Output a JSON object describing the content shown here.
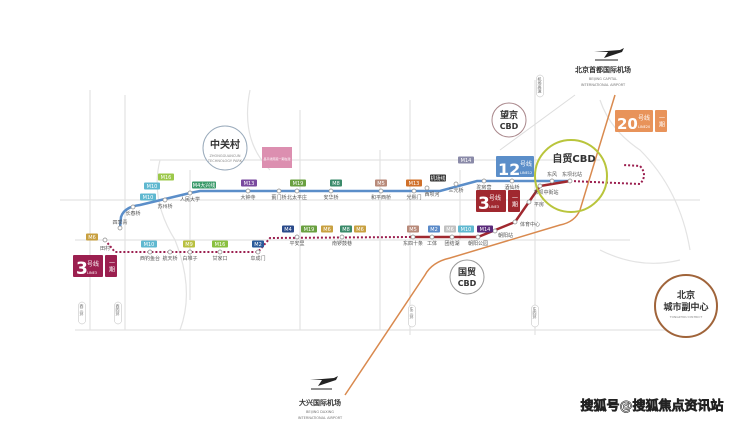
{
  "map": {
    "districts": {
      "zhongguancun": {
        "cn": "中关村",
        "en1": "ZHONGGUANCUN",
        "en2": "TECHNOLOGY PARK"
      },
      "wangjing": {
        "cn1": "望京",
        "cn2": "CBD"
      },
      "zimao": {
        "cn": "自贸CBD"
      },
      "guomao": {
        "cn1": "国贸",
        "cn2": "CBD"
      },
      "tongzhou": {
        "cn1": "北京",
        "cn2": "城市副中心",
        "en": "TONGZHOU DISTRICT"
      }
    },
    "airports": {
      "capital": {
        "cn": "北京首都国际机场",
        "en1": "BEIJING CAPITAL",
        "en2": "INTERNATIONAL AIRPORT"
      },
      "daxing": {
        "cn": "大兴国际机场",
        "en1": "BEIJING DAXING",
        "en2": "INTERNATIONAL AIRPORT"
      }
    },
    "line_badges": {
      "line3_west": {
        "num": "3",
        "name": "号线",
        "en": "LINE3",
        "phase": "一期"
      },
      "line12": {
        "num": "12",
        "name": "号线",
        "en": "LINE12"
      },
      "line3_east": {
        "num": "3",
        "name": "号线",
        "en": "LINE3",
        "phase": "一期"
      },
      "line20": {
        "num": "20",
        "name": "号线",
        "en": "LINE20",
        "phase": "一期"
      }
    },
    "note_box": "昌平线南延一期在建",
    "road_labels": [
      "西三环",
      "西四环",
      "东三环",
      "东四环",
      "机场高速"
    ],
    "line12_stations": [
      "四季青",
      "长春桥",
      "苏州桥",
      "人民大学",
      "大钟寺",
      "蓟门桥",
      "北太平庄",
      "安华桥",
      "和平西桥",
      "光熙门",
      "西坝河",
      "三元桥",
      "驼房营",
      "酒仙桥",
      "东风",
      "东坝北站"
    ],
    "line3_stations": [
      "田村",
      "西钓鱼台",
      "航天桥",
      "白堆子",
      "甘家口",
      "阜成门",
      "平安里",
      "南锣鼓巷",
      "东四十条",
      "工体",
      "团结湖",
      "朝阳公园",
      "朝阳站",
      "体育中心",
      "平房",
      "东坝中街站"
    ],
    "transfer_tags": [
      "M10",
      "M16",
      "M4大兴线",
      "M13",
      "M19",
      "M8",
      "M5",
      "M13",
      "机场线",
      "M14",
      "M10",
      "M6",
      "M10",
      "M9",
      "M16",
      "M2",
      "M4",
      "M19",
      "M6",
      "M8",
      "M6",
      "M5",
      "M2",
      "M6",
      "M10",
      "M14"
    ],
    "colors": {
      "line12": "#5b8ec9",
      "line3": "#9b1f4f",
      "line3_east": "#a0282f",
      "line20": "#e8935a",
      "airport_line": "#d98a4f",
      "zimao_ring": "#b9c53c",
      "tongzhou_ring": "#a0643a"
    }
  },
  "watermark": "搜狐号@搜狐焦点资讯站"
}
